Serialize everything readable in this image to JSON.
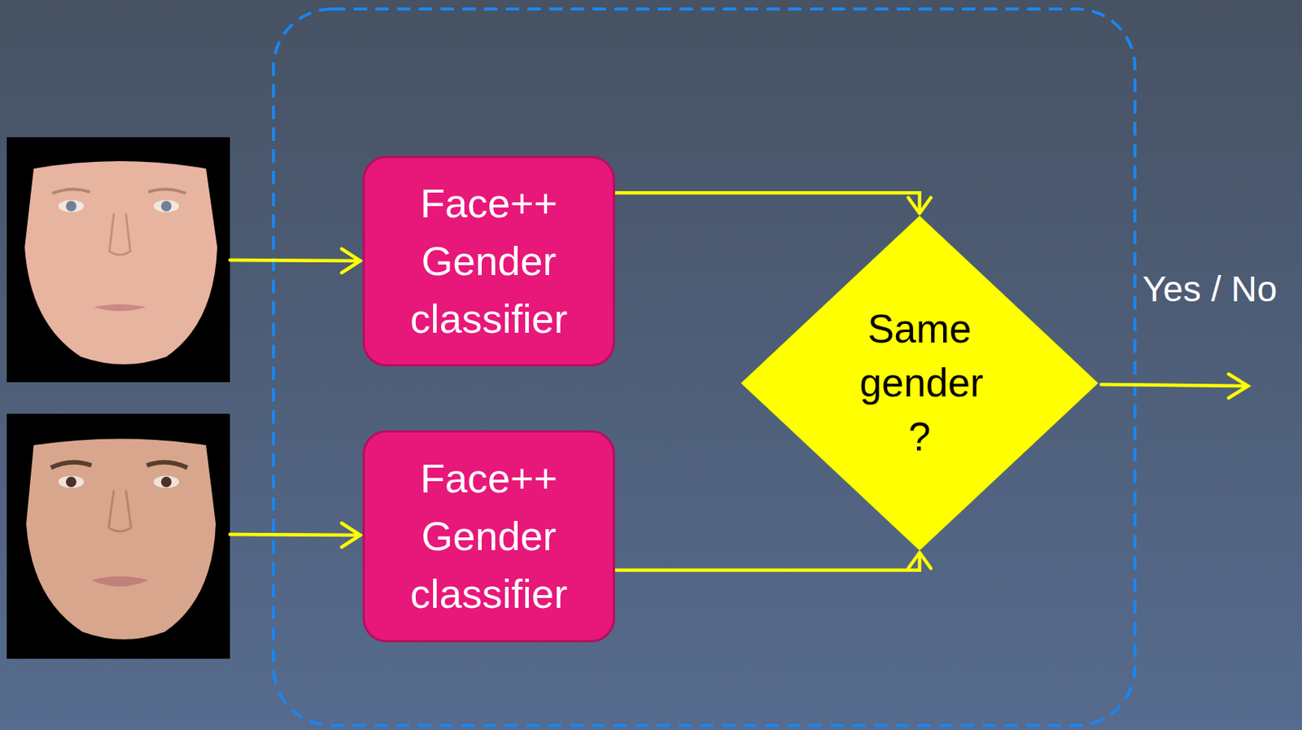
{
  "diagram": {
    "nodes": [
      {
        "text": [
          "Face++ Gender classifier"
        ]
      },
      {
        "text": [
          "Face++ Gender classifier"
        ]
      },
      {
        "text": [
          "Same gender ?"
        ]
      }
    ],
    "edges": [
      {
        "from": 0,
        "to": 2,
        "arrow": "to"
      },
      {
        "from": 1,
        "to": 2,
        "arrow": "to"
      }
    ],
    "labels": [
      "Yes / No"
    ]
  }
}
